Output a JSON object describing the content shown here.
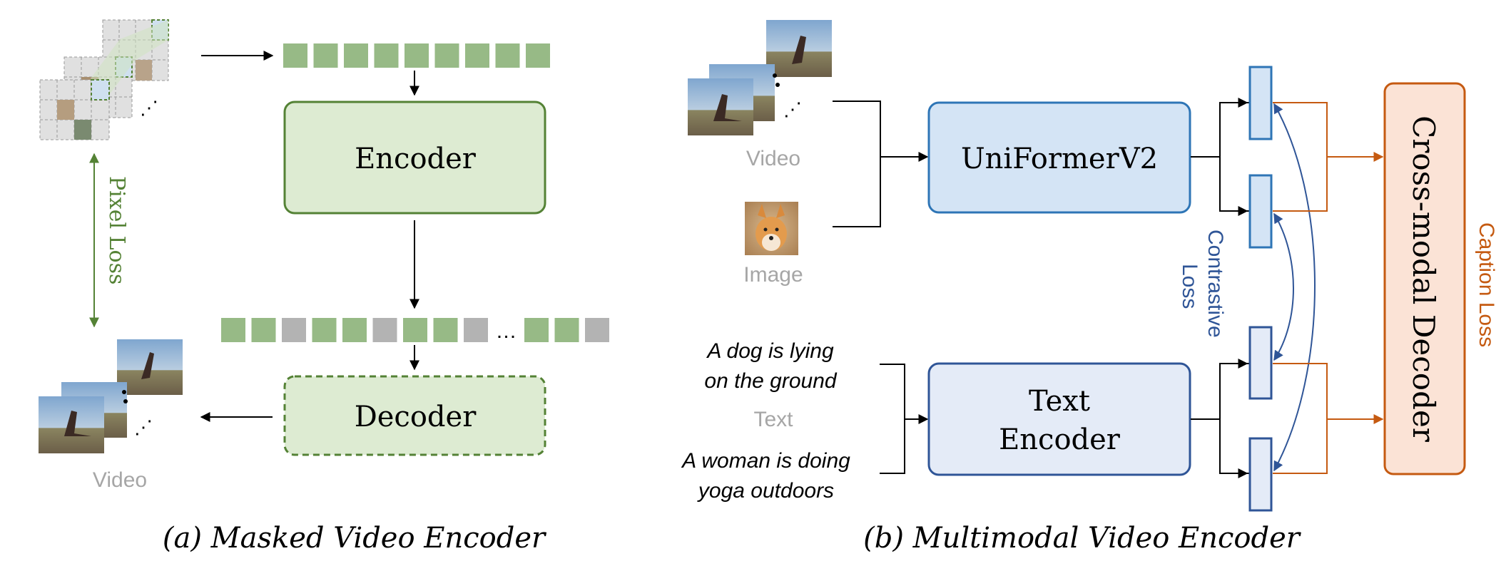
{
  "colors": {
    "green_token": "#97ba86",
    "gray_token": "#b3b3b3",
    "green_fill": "#ddebd2",
    "green_stroke": "#548235",
    "blue_fill": "#d4e4f5",
    "blue_stroke": "#2e75b6",
    "text_enc_fill": "#e4ebf7",
    "text_enc_stroke": "#2f5597",
    "orange_fill": "#fbe3d6",
    "orange_stroke": "#c55a11",
    "label_gray": "#a6a6a6",
    "contrastive_blue": "#2f5597"
  },
  "left_panel": {
    "encoder_label": "Encoder",
    "decoder_label": "Decoder",
    "pixel_loss_label": "Pixel Loss",
    "video_label": "Video",
    "ellipsis": "…",
    "top_tokens": [
      "visible",
      "visible",
      "visible",
      "visible",
      "visible",
      "visible",
      "visible",
      "visible",
      "visible"
    ],
    "bottom_tokens": [
      "visible",
      "visible",
      "masked",
      "visible",
      "visible",
      "masked",
      "visible",
      "visible",
      "masked",
      "ellipsis",
      "visible",
      "visible",
      "masked"
    ],
    "caption": "(a) Masked Video Encoder"
  },
  "right_panel": {
    "video_label": "Video",
    "image_label": "Image",
    "text_label": "Text",
    "uniformer_label": "UniFormerV2",
    "text_encoder_label_line1": "Text",
    "text_encoder_label_line2": "Encoder",
    "decoder_label": "Cross-modal Decoder",
    "contrastive_line1": "Contrastive",
    "contrastive_line2": "Loss",
    "caption_loss_label": "Caption Loss",
    "text_sample_1_line1": "A dog is lying",
    "text_sample_1_line2": "on the ground",
    "text_sample_2_line1": "A woman is doing",
    "text_sample_2_line2": "yoga outdoors",
    "caption": "(b) Multimodal Video Encoder"
  }
}
